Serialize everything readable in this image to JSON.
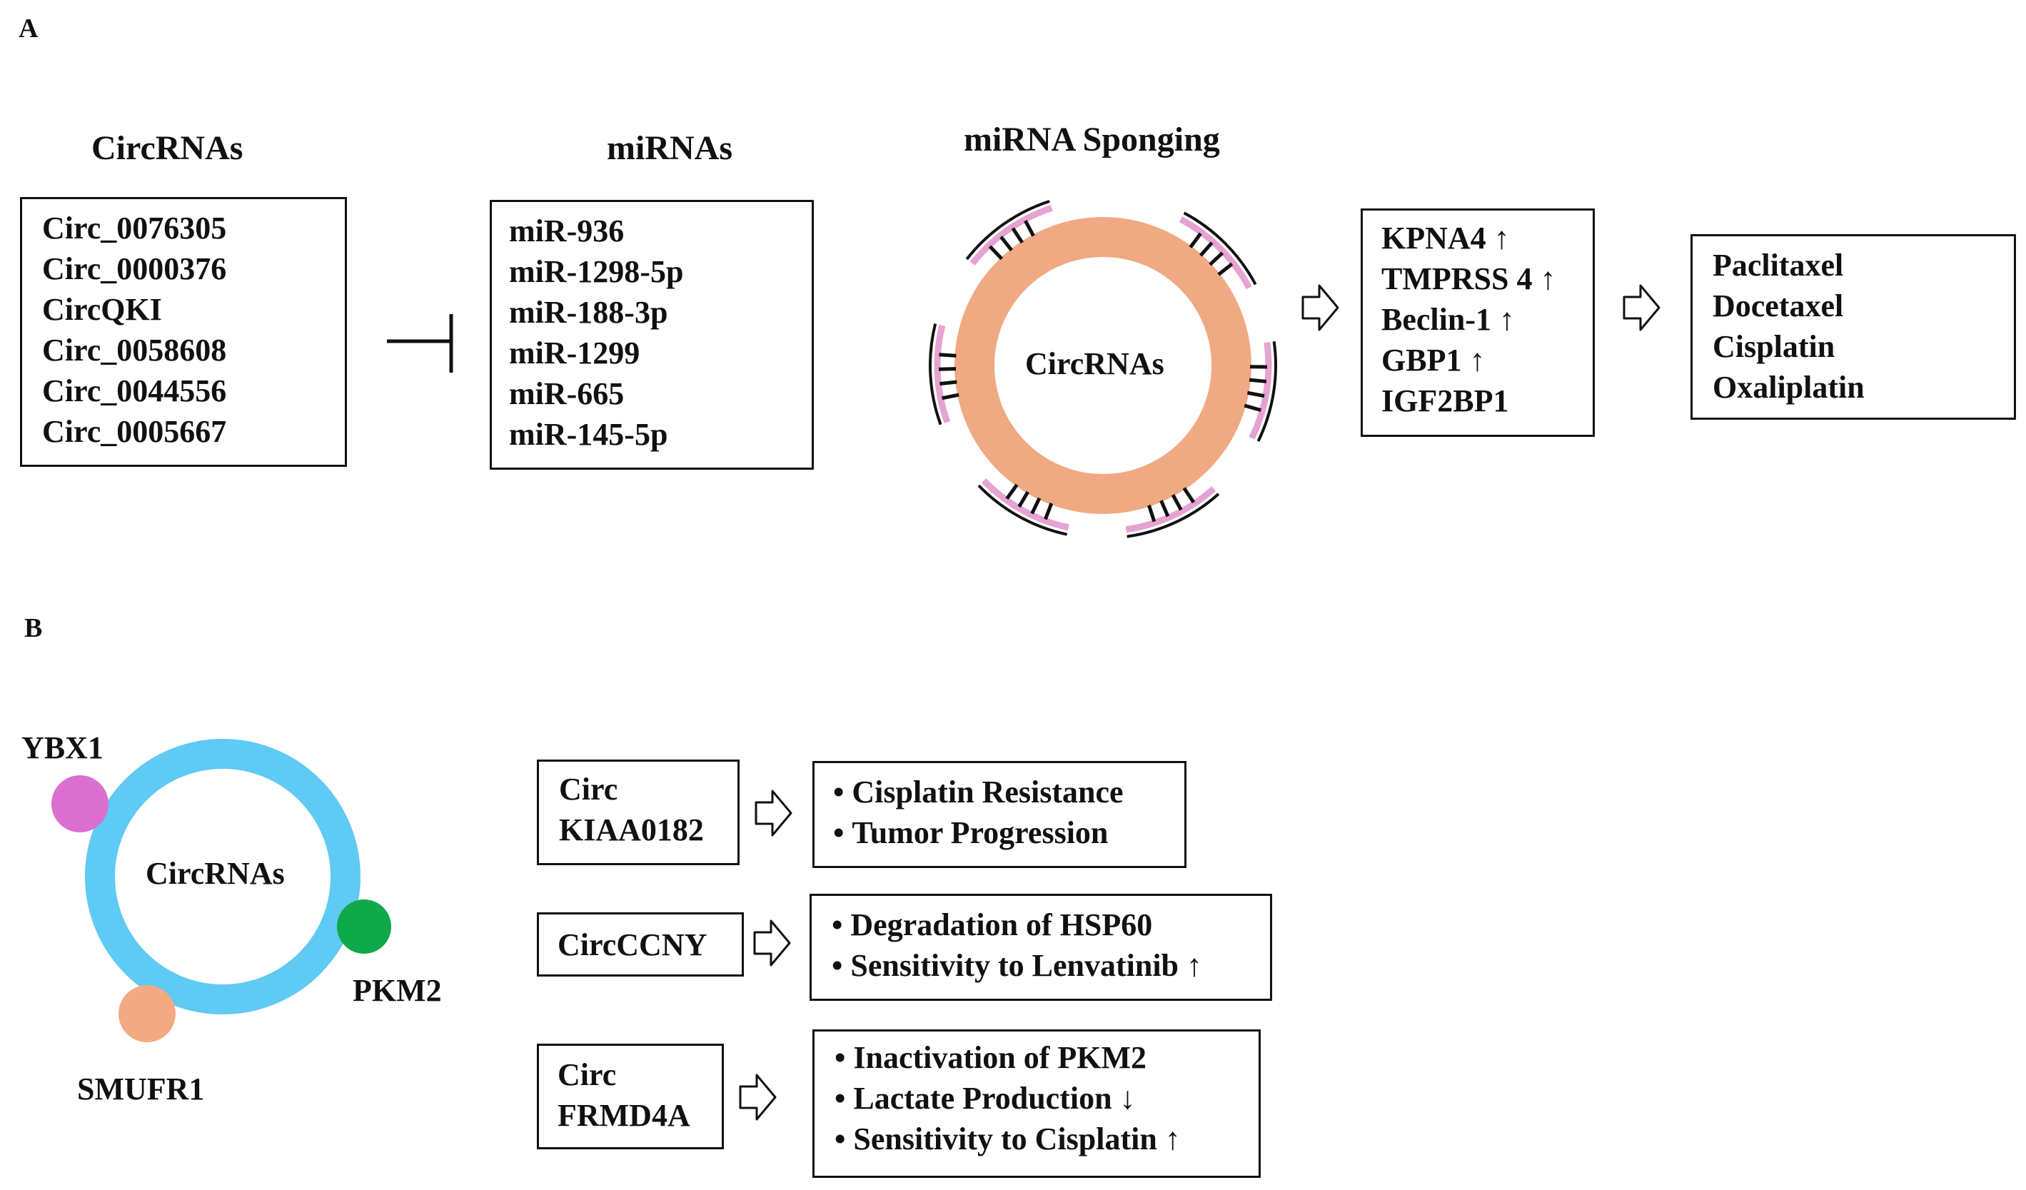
{
  "panel_a": {
    "label": "A",
    "circrnas_title": "CircRNAs",
    "circrnas": [
      "Circ_0076305",
      "Circ_0000376",
      "CircQKI",
      "Circ_0058608",
      "Circ_0044556",
      "Circ_0005667"
    ],
    "mirnas_title": "miRNAs",
    "mirnas": [
      "miR-936",
      "miR-1298-5p",
      "miR-188-3p",
      "miR-1299",
      "miR-665",
      "miR-145-5p"
    ],
    "sponging_title": "miRNA Sponging",
    "ring_label": "CircRNAs",
    "targets": [
      "KPNA4 ↑",
      "TMPRSS 4 ↑",
      "Beclin-1 ↑",
      "GBP1 ↑",
      "IGF2BP1"
    ],
    "drugs": [
      "Paclitaxel",
      "Docetaxel",
      "Cisplatin",
      "Oxaliplatin"
    ],
    "colors": {
      "ring": "#f0aa83",
      "mirna_strand": "#e6a3d2",
      "inhibit": "#111111"
    }
  },
  "panel_b": {
    "label": "B",
    "ring_label": "CircRNAs",
    "binders": [
      {
        "name": "YBX1",
        "color": "#db6fd0"
      },
      {
        "name": "PKM2",
        "color": "#0fa84a"
      },
      {
        "name": "SMUFR1",
        "color": "#f3aa83"
      }
    ],
    "ring_color": "#5fcaf3",
    "rows": [
      {
        "circ": [
          "Circ",
          "KIAA0182"
        ],
        "effects": [
          "Cisplatin Resistance",
          "Tumor Progression"
        ]
      },
      {
        "circ": [
          "CircCCNY"
        ],
        "effects": [
          "Degradation of HSP60",
          "Sensitivity to Lenvatinib ↑"
        ]
      },
      {
        "circ": [
          "Circ",
          "FRMD4A"
        ],
        "effects": [
          "Inactivation of PKM2",
          "Lactate Production ↓",
          "Sensitivity to Cisplatin ↑"
        ]
      }
    ]
  }
}
